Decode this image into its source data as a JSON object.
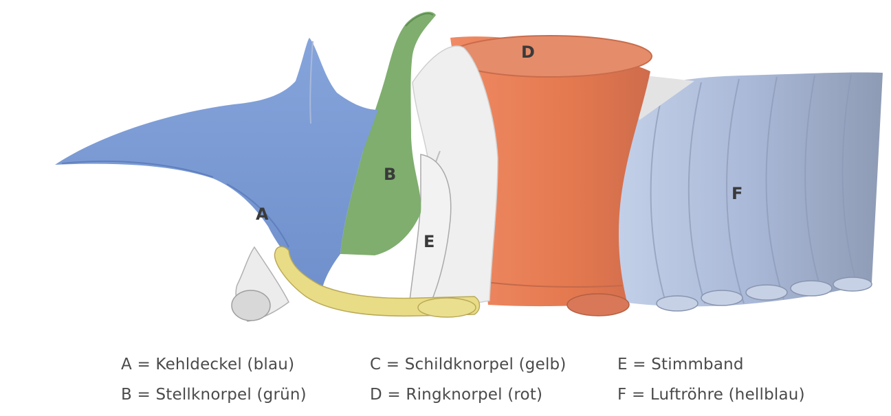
{
  "labels": {
    "a": "A",
    "b": "B",
    "d": "D",
    "e": "E",
    "f": "F"
  },
  "legend": [
    "A = Kehldeckel (blau)",
    "B = Stellknorpel (grün)",
    "C = Schildknorpel (gelb)",
    "D = Ringknorpel (rot)",
    "E = Stimmband",
    "F = Luftröhre (hellblau)"
  ],
  "colors": {
    "epiglottis": "#7f9fd8",
    "arytenoid": "#7fae6e",
    "thyroid": "#e9dc86",
    "cricoid": "#e7805c",
    "vocal_cord": "#e9e9e9",
    "trachea": "#b4c4e0"
  }
}
